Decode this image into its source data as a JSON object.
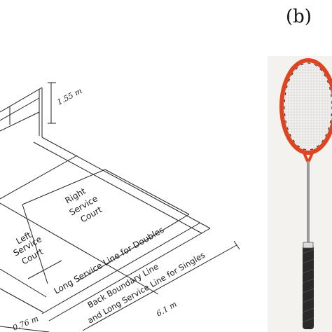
{
  "panel_label": "(b)",
  "court": {
    "net_height": "1.55 m",
    "left_service_court": [
      "Left",
      "Service",
      "Court"
    ],
    "right_service_court": [
      "Right",
      "Service",
      "Court"
    ],
    "long_service_line_doubles": "Long Service Line for Doubles",
    "back_boundary": [
      "Back Boundary Line",
      "and Long Service Line for Singles"
    ],
    "width_label": "6.1 m",
    "side_label": "0.76 m"
  },
  "racket": {
    "frame_color": "#e0431f",
    "string_color": "#d8d8d8",
    "grip_color": "#2a2a2a",
    "shaft_color": "#9a9a9a"
  }
}
